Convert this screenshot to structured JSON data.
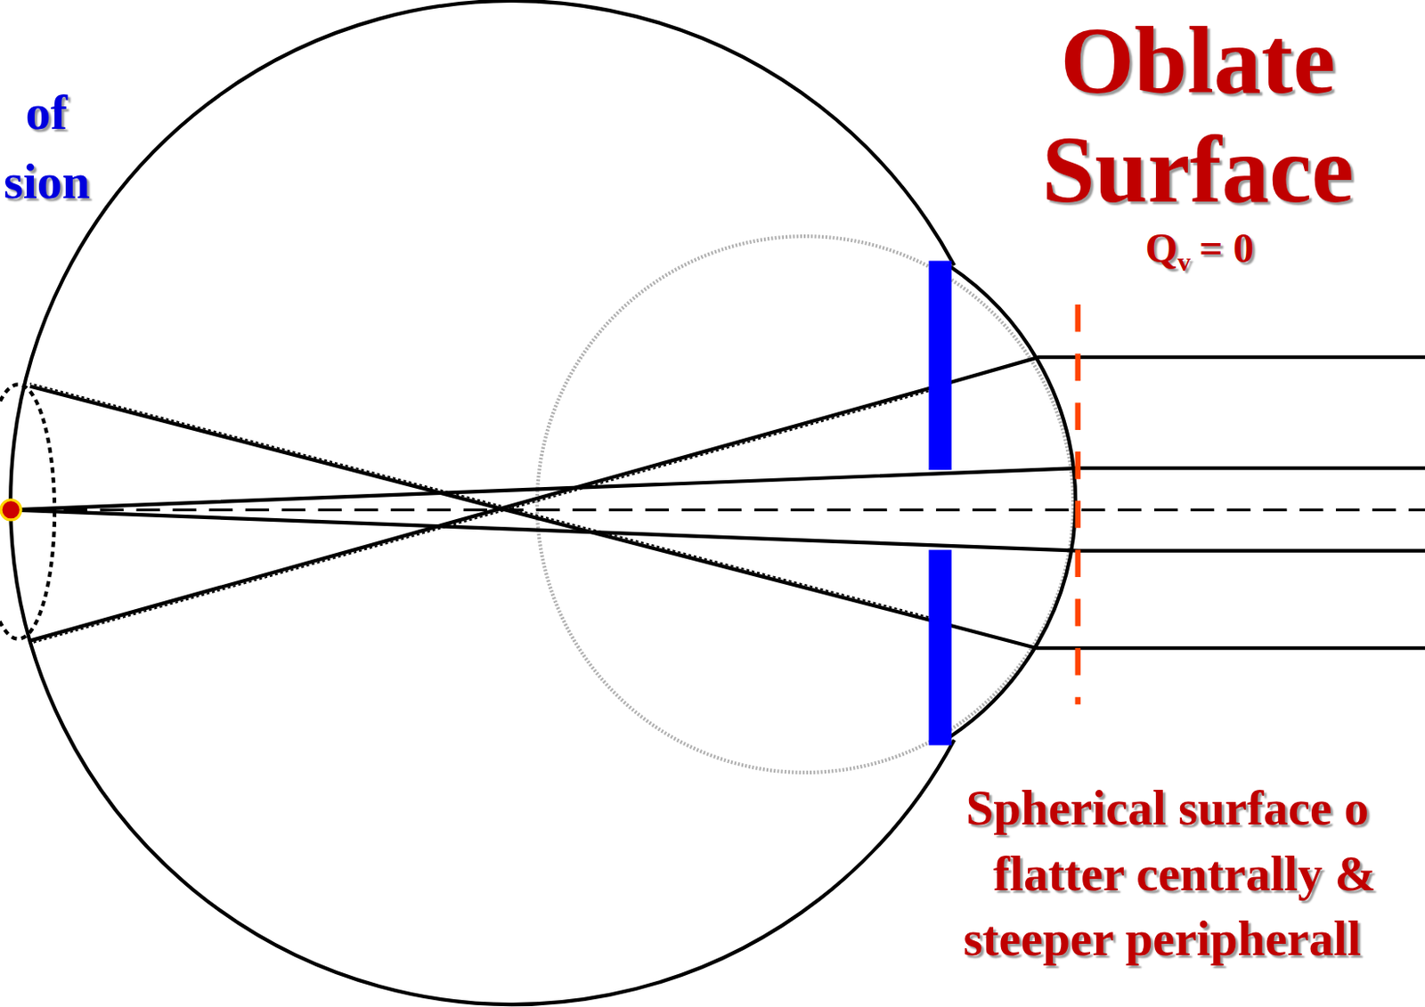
{
  "diagram": {
    "title": "Oblate Surface",
    "labels": [
      "of",
      "sion",
      "Q",
      "v",
      "= 0",
      "Spherical surface o",
      "flatter centrally &",
      "steeper peripherall"
    ]
  }
}
